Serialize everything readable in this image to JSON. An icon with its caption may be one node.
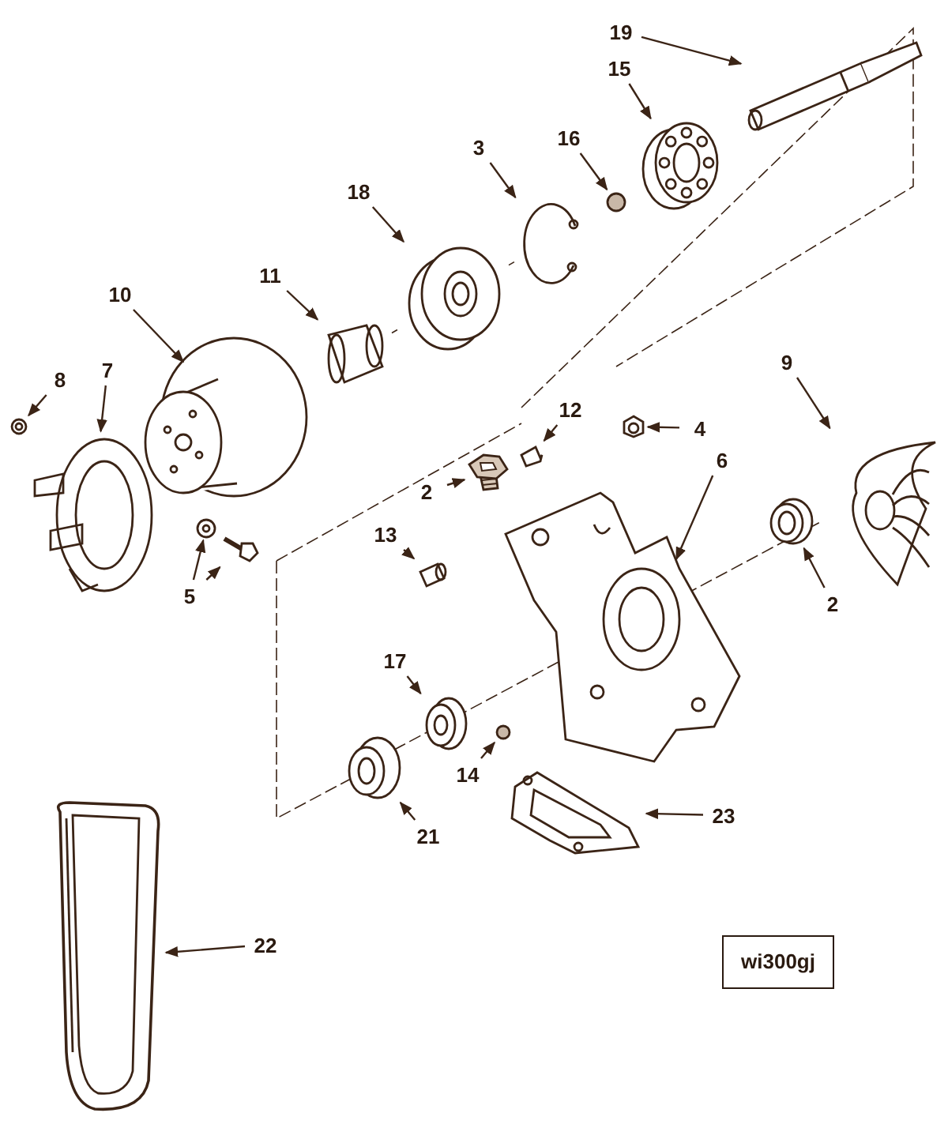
{
  "diagram": {
    "nodes": [
      {
        "text": [
          "19"
        ]
      },
      {
        "text": [],
        "shape": "picture"
      },
      {
        "text": [
          "15"
        ]
      },
      {
        "text": [],
        "shape": "picture"
      },
      {
        "text": [
          "16"
        ]
      },
      {
        "text": [],
        "shape": "circle"
      },
      {
        "text": [
          "3"
        ]
      },
      {
        "text": [],
        "shape": "picture"
      },
      {
        "text": [
          "18"
        ]
      },
      {
        "text": [],
        "shape": "picture"
      },
      {
        "text": [
          "11"
        ]
      },
      {
        "text": [],
        "shape": "picture"
      },
      {
        "text": [
          "10"
        ]
      },
      {
        "text": [],
        "shape": "picture"
      },
      {
        "text": [
          "8"
        ]
      },
      {
        "text": [],
        "shape": "picture"
      },
      {
        "text": [
          "7"
        ]
      },
      {
        "text": [],
        "shape": "picture"
      },
      {
        "text": [
          "9"
        ]
      },
      {
        "text": [],
        "shape": "picture"
      },
      {
        "text": [
          "12"
        ]
      },
      {
        "text": [],
        "shape": "picture"
      },
      {
        "text": [
          "4"
        ]
      },
      {
        "text": [],
        "shape": "picture"
      },
      {
        "text": [
          "2"
        ]
      },
      {
        "text": [],
        "shape": "picture"
      },
      {
        "text": [
          "6"
        ]
      },
      {
        "text": [],
        "shape": "picture"
      },
      {
        "text": [
          "13"
        ]
      },
      {
        "text": [],
        "shape": "picture"
      },
      {
        "text": [
          "2"
        ]
      },
      {
        "text": [],
        "shape": "picture"
      },
      {
        "text": [
          "5"
        ]
      },
      {
        "text": [],
        "shape": "picture"
      },
      {
        "text": [],
        "shape": "picture"
      },
      {
        "text": [
          "17"
        ]
      },
      {
        "text": [],
        "shape": "picture"
      },
      {
        "text": [
          "14"
        ]
      },
      {
        "text": [],
        "shape": "circle"
      },
      {
        "text": [
          "21"
        ]
      },
      {
        "text": [],
        "shape": "picture"
      },
      {
        "text": [
          "23"
        ]
      },
      {
        "text": [],
        "shape": "picture"
      },
      {
        "text": [
          "22"
        ]
      },
      {
        "text": [],
        "shape": "picture"
      },
      {
        "text": [
          "wi300gj"
        ]
      }
    ],
    "edges": [
      {
        "from": 0,
        "to": 1,
        "arrow": "to"
      },
      {
        "from": 2,
        "to": 3,
        "arrow": "to"
      },
      {
        "from": 4,
        "to": 5,
        "arrow": "to"
      },
      {
        "from": 6,
        "to": 7,
        "arrow": "to"
      },
      {
        "from": 8,
        "to": 9,
        "arrow": "to"
      },
      {
        "from": 10,
        "to": 11,
        "arrow": "to"
      },
      {
        "from": 12,
        "to": 13,
        "arrow": "to"
      },
      {
        "from": 14,
        "to": 15,
        "arrow": "to"
      },
      {
        "from": 16,
        "to": 17,
        "arrow": "to"
      },
      {
        "from": 18,
        "to": 19,
        "arrow": "to"
      },
      {
        "from": 20,
        "to": 21,
        "arrow": "to"
      },
      {
        "from": 22,
        "to": 23,
        "arrow": "to"
      },
      {
        "from": 24,
        "to": 25,
        "arrow": "to"
      },
      {
        "from": 26,
        "to": 27,
        "arrow": "to"
      },
      {
        "from": 28,
        "to": 29,
        "arrow": "to"
      },
      {
        "from": 30,
        "to": 31,
        "arrow": "to"
      },
      {
        "from": 32,
        "to": 33,
        "arrow": "to"
      },
      {
        "from": 32,
        "to": 34,
        "arrow": "to"
      },
      {
        "from": 35,
        "to": 36,
        "arrow": "to"
      },
      {
        "from": 37,
        "to": 38,
        "arrow": "to"
      },
      {
        "from": 39,
        "to": 40,
        "arrow": "to"
      },
      {
        "from": 41,
        "to": 42,
        "arrow": "to"
      },
      {
        "from": 43,
        "to": 44,
        "arrow": "to"
      }
    ]
  }
}
